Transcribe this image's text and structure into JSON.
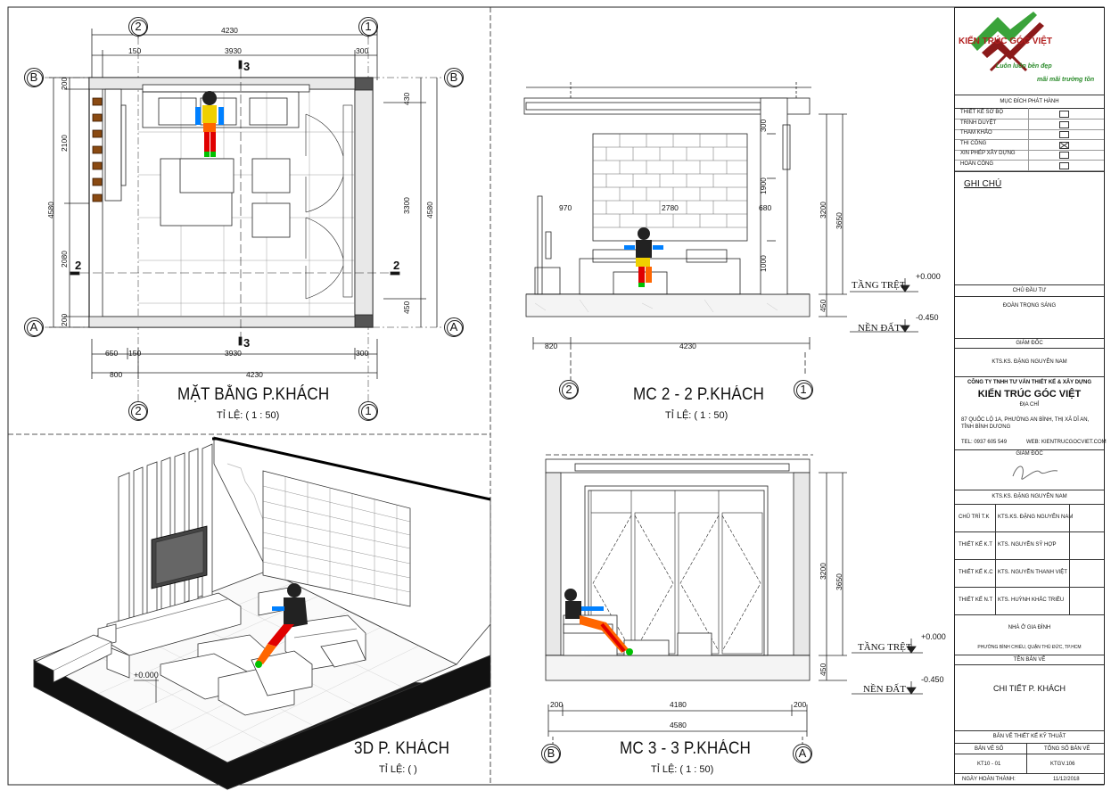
{
  "views": {
    "plan": {
      "title": "MẶT BẰNG P.KHÁCH",
      "scale": "TỈ LỆ: ( 1 : 50)"
    },
    "s22": {
      "title": "MC 2 - 2 P.KHÁCH",
      "scale": "TỈ LỆ: ( 1 : 50)"
    },
    "v3d": {
      "title": "3D P. KHÁCH",
      "scale": "TỈ LỆ: ( )"
    },
    "s33": {
      "title": "MC 3 - 3 P.KHÁCH",
      "scale": "TỈ LỆ: ( 1 : 50)"
    }
  },
  "grids": {
    "one": "1",
    "two": "2",
    "a": "A",
    "b": "B"
  },
  "section_marks": {
    "two": "2",
    "three": "3"
  },
  "plan_dims": {
    "top_total": "4230",
    "top_inner": "3930",
    "top_l": "150",
    "top_r": "300",
    "bot_a": "650",
    "bot_b": "150",
    "bot_c": "3930",
    "bot_d": "300",
    "bot_e": "800",
    "bot_total": "4230",
    "left_total": "4580",
    "left_a": "2100",
    "left_b": "2080",
    "left_c": "200",
    "left_d": "200",
    "right_total": "4580",
    "right_a": "430",
    "right_b": "3300",
    "right_c": "450"
  },
  "s22_dims": {
    "a": "970",
    "b": "2780",
    "c": "680",
    "d": "300",
    "e": "1900",
    "f": "1000",
    "g": "3200",
    "h": "3650",
    "i": "450",
    "j": "820",
    "k": "4230"
  },
  "s33_dims": {
    "a": "3200",
    "b": "3650",
    "c": "450",
    "d": "200",
    "e": "4180",
    "f": "200",
    "g": "4580"
  },
  "levels": {
    "ground": "TẦNG TRỆT",
    "ground_val": "+0.000",
    "base": "NỀN ĐẤT",
    "base_val": "-0.450",
    "tag3d": "+0.000"
  },
  "titleblock": {
    "logo_name": "KIẾN TRÚC GÓC VIỆT",
    "logo_slogan1": "Luôn luôn bền đẹp",
    "logo_slogan2": "mãi mãi trường tồn",
    "purpose_header": "MỤC ĐÍCH PHÁT HÀNH",
    "purposes": [
      {
        "label": "THIẾT KẾ SƠ BỘ",
        "checked": false
      },
      {
        "label": "TRÌNH DUYỆT",
        "checked": false
      },
      {
        "label": "THAM KHẢO",
        "checked": false
      },
      {
        "label": "THI CÔNG",
        "checked": true
      },
      {
        "label": "XIN PHÉP XÂY DỰNG",
        "checked": false
      },
      {
        "label": "HOÀN CÔNG",
        "checked": false
      }
    ],
    "notes": "GHI CHÚ",
    "owner_label": "CHỦ ĐẦU TƯ",
    "owner": "ĐOÀN TRỌNG SÁNG",
    "director_label": "GIÁM ĐỐC",
    "director": "KTS.KS. ĐẶNG NGUYÊN NAM",
    "company_type": "CÔNG TY TNHH TƯ VẤN THIẾT KẾ & XÂY DỰNG",
    "company": "KIẾN TRÚC GÓC VIỆT",
    "address_label": "ĐỊA CHỈ",
    "address": "87 QUỐC LỘ 1A, PHƯỜNG AN BÌNH, THỊ XÃ DĨ AN, TỈNH BÌNH DƯƠNG",
    "phone": "TEL: 0937 605 549",
    "web": "WEB: KIENTRUCGOCVIET.COM",
    "director2_label": "GIÁM ĐỐC",
    "director2": "KTS.KS. ĐẶNG NGUYÊN NAM",
    "staff": [
      {
        "role": "CHỦ TRÌ T.K",
        "name": "KTS.KS. ĐẶNG NGUYÊN NAM"
      },
      {
        "role": "THIẾT KẾ K.T",
        "name": "KTS. NGUYỄN SỸ HỢP"
      },
      {
        "role": "THIẾT KẾ K.C",
        "name": "KTS. NGUYỄN THANH VIỆT"
      },
      {
        "role": "THIẾT KẾ N.T",
        "name": "KTS. HUỲNH KHẮC TRIỀU"
      }
    ],
    "project": "NHÀ Ở GIA ĐÌNH",
    "project_addr": "PHƯỜNG BÌNH CHIỂU, QUẬN THỦ ĐỨC, TP.HCM",
    "sheet_name_label": "TÊN BẢN VẼ",
    "sheet_name": "CHI TIẾT P. KHÁCH",
    "tech_label": "BẢN VẼ THIẾT KẾ KỸ THUẬT",
    "sheet_no_label": "BẢN VẼ SỐ",
    "total_label": "TỔNG SỐ BẢN VẼ",
    "sheet_no": "KT10 - 01",
    "total": "KTGV.106",
    "date_label": "NGÀY HOÀN THÀNH:",
    "date": "11/12/2018"
  }
}
